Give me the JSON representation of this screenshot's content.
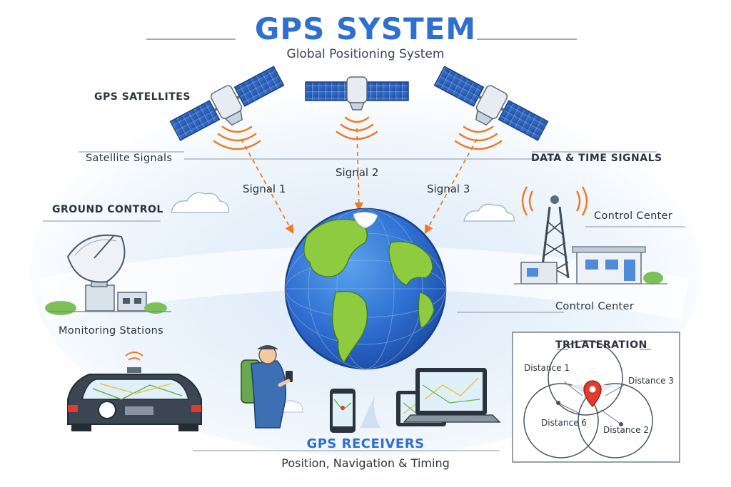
{
  "header": {
    "title": "GPS SYSTEM",
    "subtitle": "Global Positioning System"
  },
  "labels": {
    "gps_satellites": "GPS SATELLITES",
    "satellite_signals": "Satellite Signals",
    "data_time_signals": "DATA & TIME SIGNALS",
    "ground_control": "GROUND CONTROL",
    "control_center_top": "Control Center",
    "control_center_bottom": "Control Center",
    "monitoring_stations": "Monitoring Stations"
  },
  "signals": [
    "Signal 1",
    "Signal 2",
    "Signal 3"
  ],
  "receivers": {
    "title": "GPS RECEIVERS",
    "subtitle": "Position, Navigation & Timing"
  },
  "trilateration": {
    "title": "TRILATERATION",
    "distances": [
      "Distance 1",
      "Distance 3",
      "Distance 6",
      "Distance 2"
    ]
  },
  "colors": {
    "title_blue": "#2e6fd0",
    "ocean_blue": "#2f6fd1",
    "land_green": "#8fcb3e",
    "signal_orange": "#f07a22",
    "panel_blue": "#2d5fb8",
    "marker_red": "#e23b2e"
  },
  "icons": [
    "satellite-icon",
    "globe-icon",
    "satellite-dish-icon",
    "radio-tower-icon",
    "car-icon",
    "hiker-icon",
    "smartphone-icon",
    "tablet-icon",
    "laptop-icon",
    "location-pin-icon",
    "cloud-icon"
  ]
}
